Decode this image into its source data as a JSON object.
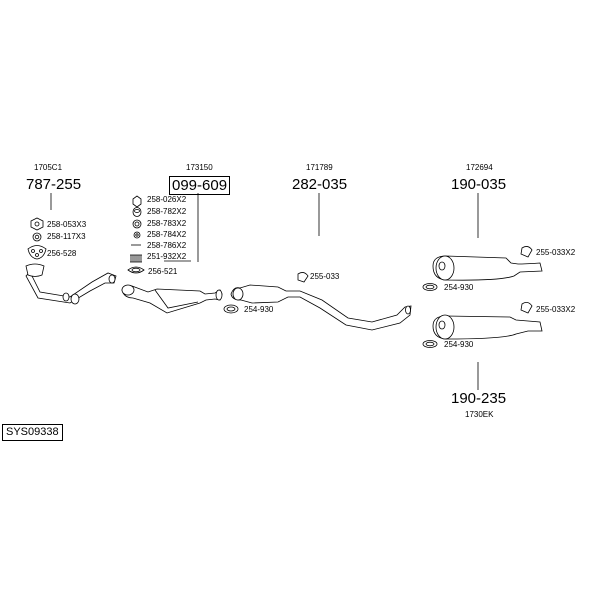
{
  "system_id": "SYS09338",
  "groups": {
    "g1": {
      "ref": "1705C1",
      "number": "787-255"
    },
    "g2": {
      "ref": "173150",
      "number": "099-609"
    },
    "g3": {
      "ref": "171789",
      "number": "282-035"
    },
    "g4": {
      "ref": "172694",
      "number": "190-035"
    },
    "g5": {
      "ref": "1730EK",
      "number": "190-235"
    }
  },
  "parts": {
    "p1": "258-053X3",
    "p2": "258-117X3",
    "p3": "256-528",
    "p4": "258-026X2",
    "p5": "258-782X2",
    "p6": "258-783X2",
    "p7": "258-784X2",
    "p8": "258-786X2",
    "p9": "251-932X2",
    "p10": "256-521",
    "p11": "254-930",
    "p12": "255-033",
    "p13": "255-033X2",
    "p14": "254-930",
    "p15": "255-033X2",
    "p16": "254-930"
  }
}
